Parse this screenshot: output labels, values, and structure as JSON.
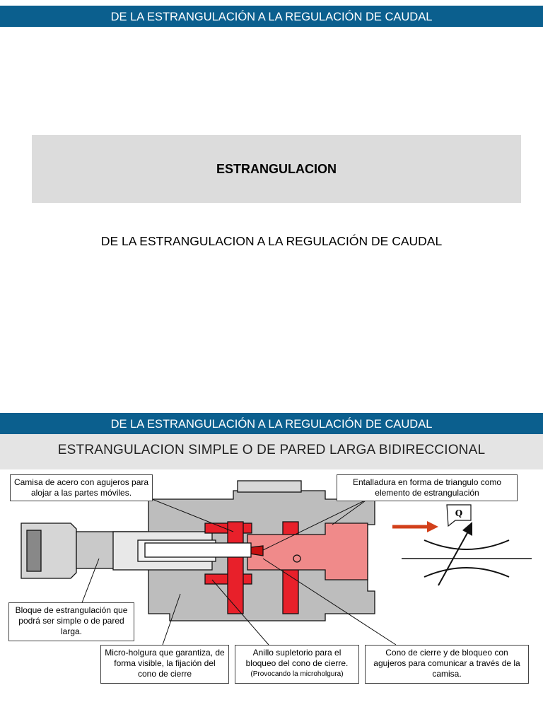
{
  "slide1": {
    "header": "DE LA ESTRANGULACIÓN A LA REGULACIÓN DE CAUDAL",
    "box_title": "ESTRANGULACION",
    "subtitle": "DE LA ESTRANGULACION A LA REGULACIÓN DE CAUDAL"
  },
  "slide2": {
    "header": "DE LA ESTRANGULACIÓN A LA REGULACIÓN DE CAUDAL",
    "subheader": "ESTRANGULACION SIMPLE O DE PARED LARGA BIDIRECCIONAL",
    "callouts": {
      "camisa": "Camisa de acero con agujeros para alojar a las partes móviles.",
      "entalladura": "Entalladura en forma de triangulo como elemento de estrangulación",
      "bloque": "Bloque de estrangulación que podrá ser simple o de pared larga.",
      "micro": "Micro-holgura que garantiza, de forma visible, la fijación del cono de cierre",
      "anillo": "Anillo supletorio para el bloqueo del cono de cierre.",
      "anillo_note": "(Provocando la microholgura)",
      "cono": "Cono de cierre y de bloqueo con agujeros para comunicar a través de la camisa."
    },
    "symbol_label": "Q"
  },
  "colors": {
    "banner": "#0b5f8e",
    "valve_body": "#bdbdbd",
    "red_part": "#e8202a",
    "pink_part": "#f08a8a",
    "arrow": "#d2401a"
  }
}
